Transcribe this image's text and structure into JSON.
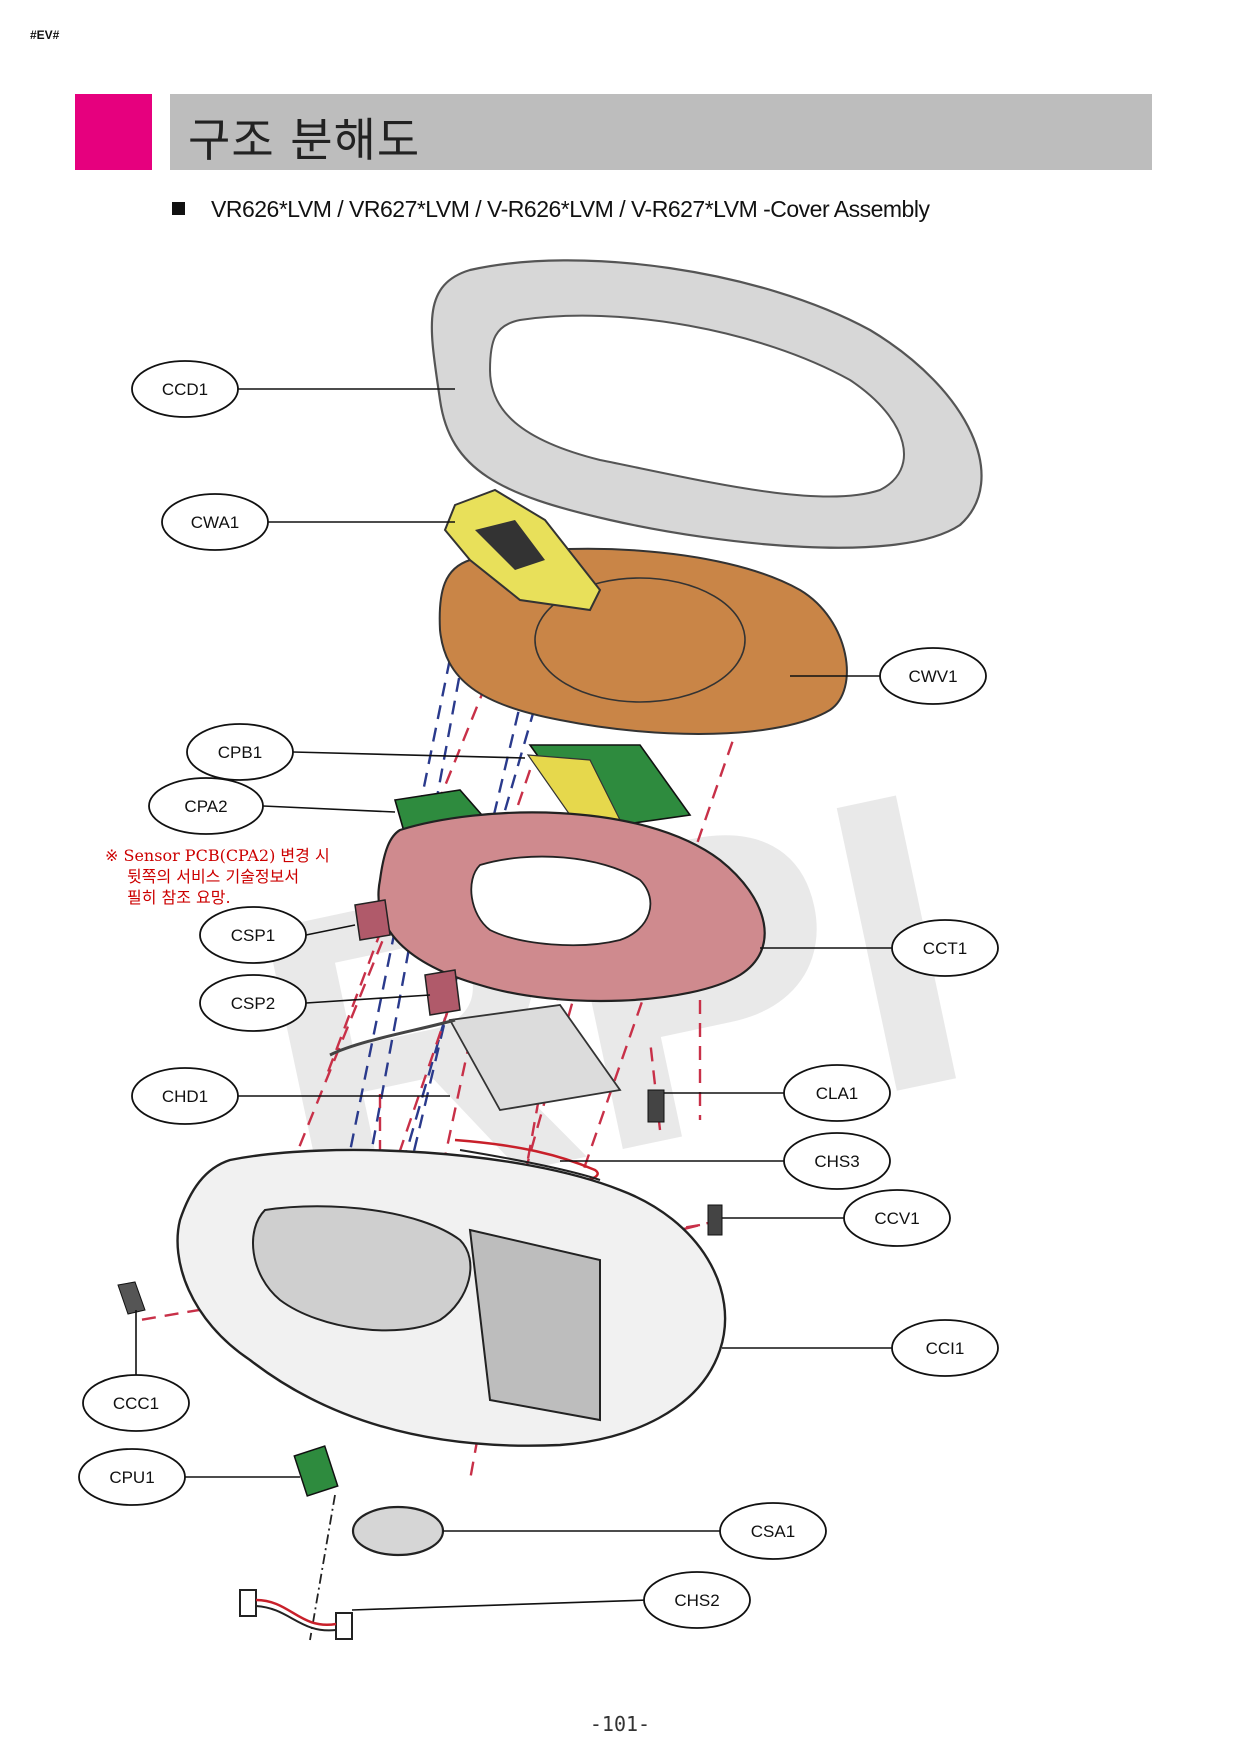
{
  "header": {
    "tag": "#EV#",
    "title": "구조 분해도",
    "subtitle": "VR626*LVM / VR627*LVM / V-R626*LVM / V-R627*LVM -Cover Assembly",
    "accent_color": "#e6007e"
  },
  "watermark": "RPI",
  "note": {
    "lines": [
      "※ Sensor PCB(CPA2) 변경 시",
      "뒷쪽의 서비스 기술정보서",
      "필히 참조 요망."
    ],
    "color": "#cc0000"
  },
  "parts": [
    "CCD1",
    "CWA1",
    "CWV1",
    "CPB1",
    "CPA2",
    "CSP1",
    "CCT1",
    "CSP2",
    "CHD1",
    "CLA1",
    "CHS3",
    "CCV1",
    "CCI1",
    "CCC1",
    "CPU1",
    "CSA1",
    "CHS2"
  ],
  "page_number": "-101-"
}
